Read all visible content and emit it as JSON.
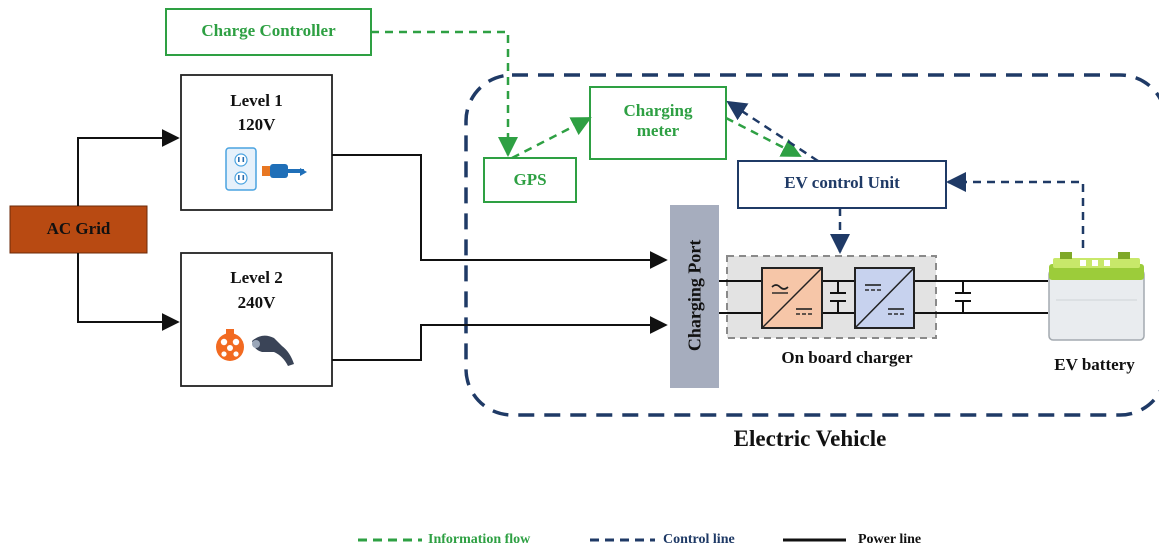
{
  "nodes": {
    "ac_grid": "AC Grid",
    "level1": {
      "title": "Level 1",
      "voltage": "120V"
    },
    "level2": {
      "title": "Level 2",
      "voltage": "240V"
    },
    "charge_controller": "Charge Controller",
    "gps": "GPS",
    "charging_meter": "Charging meter",
    "ev_control_unit": "EV control Unit",
    "charging_port": "Charging Port",
    "on_board_charger": "On board charger",
    "ev_battery": "EV battery",
    "electric_vehicle": "Electric Vehicle"
  },
  "legend": {
    "information_flow": "Information flow",
    "control_line": "Control line",
    "power_line": "Power line"
  },
  "colors": {
    "information": "#2ea043",
    "control": "#1f3a66",
    "power": "#111111",
    "ac_grid_fill": "#b84a12",
    "charging_port_fill": "#a6adbe",
    "converter_ac_dc": "#f6c6a8",
    "converter_dc_dc": "#c7d2ee"
  }
}
